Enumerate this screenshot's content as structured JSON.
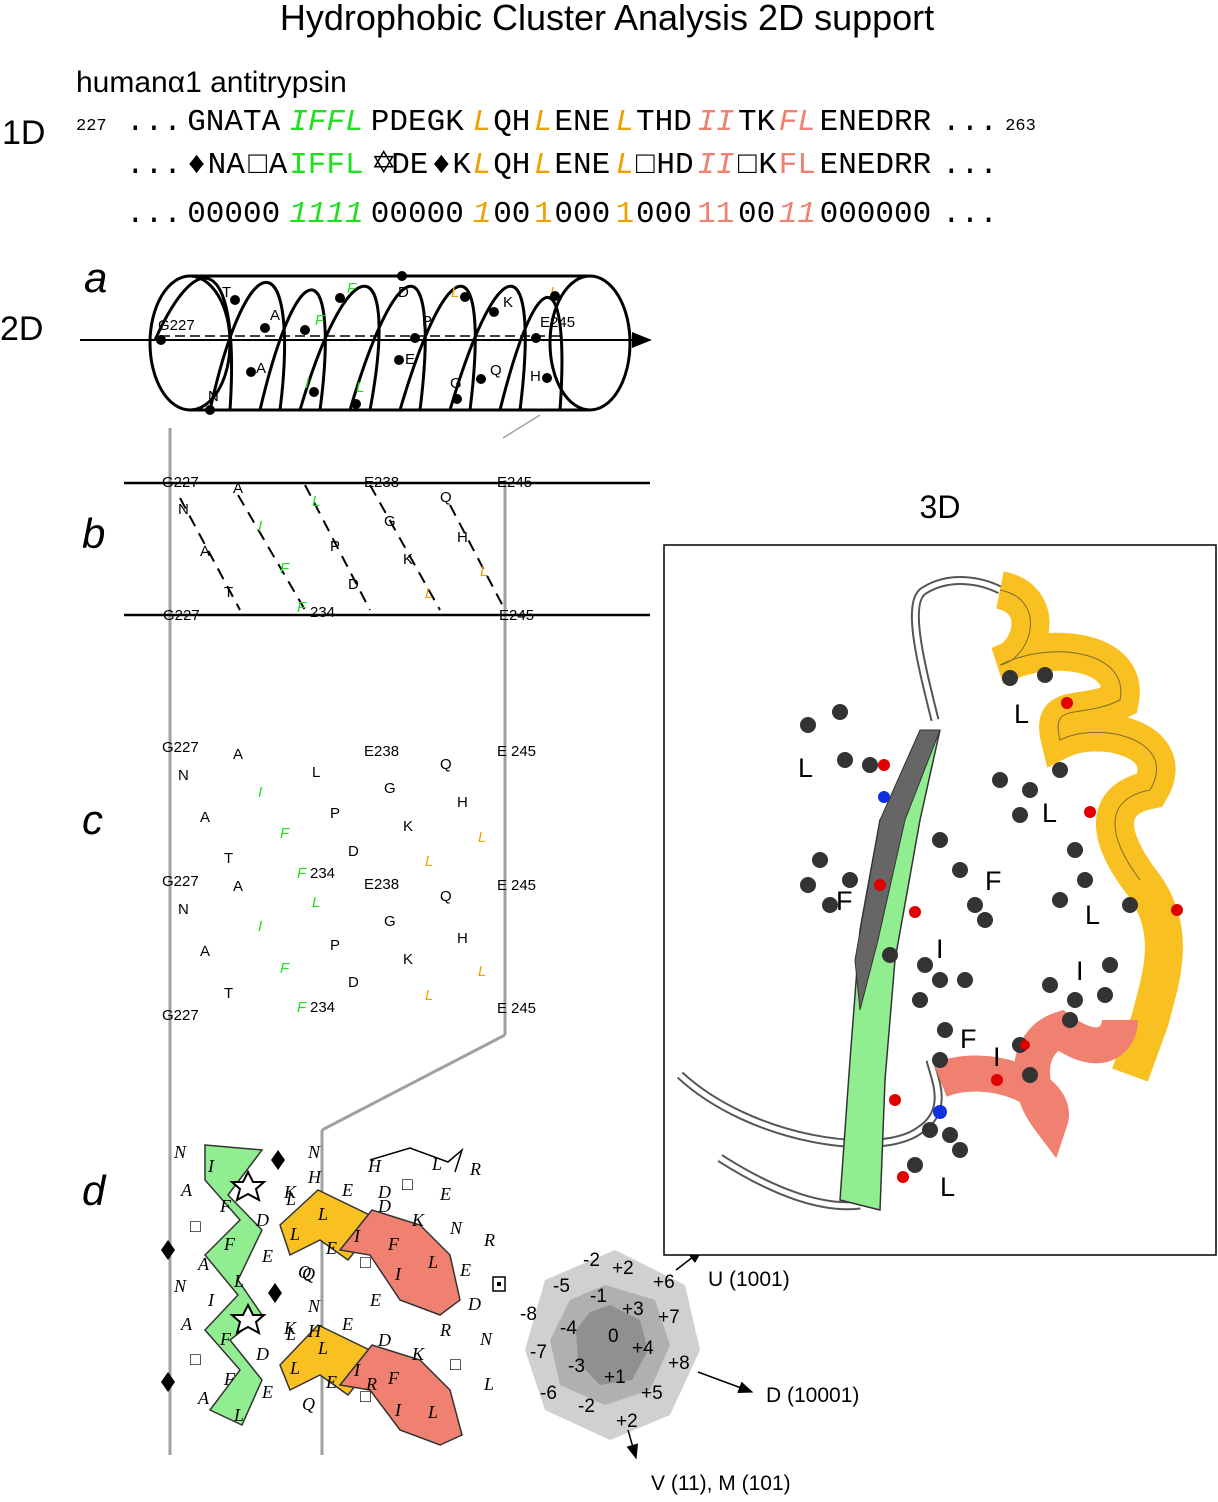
{
  "title": "Hydrophobic Cluster Analysis 2D support",
  "protein": "human",
  "protein_symbol": "α1 antitrypsin",
  "labels": {
    "one_d": "1D",
    "two_d": "2D",
    "three_d": "3D",
    "a": "a",
    "b": "b",
    "c": "c",
    "d": "d"
  },
  "seq": {
    "start": "227",
    "end": "263",
    "ellipsis": "...",
    "line1": [
      {
        "t": "GNATA",
        "c": "k"
      },
      {
        "t": "IFFL",
        "c": "g",
        "i": 1
      },
      {
        "t": "PDEGK",
        "c": "k"
      },
      {
        "t": "L",
        "c": "o",
        "i": 1
      },
      {
        "t": "QH",
        "c": "k"
      },
      {
        "t": "L",
        "c": "o",
        "i": 1
      },
      {
        "t": "ENE",
        "c": "k"
      },
      {
        "t": "L",
        "c": "o",
        "i": 1
      },
      {
        "t": "THD",
        "c": "k"
      },
      {
        "t": "II",
        "c": "r",
        "i": 1
      },
      {
        "t": "TK",
        "c": "k"
      },
      {
        "t": "FL",
        "c": "r",
        "i": 1
      },
      {
        "t": "ENEDRR",
        "c": "k"
      }
    ],
    "line2": [
      {
        "t": "♦",
        "c": "k"
      },
      {
        "t": "NA",
        "c": "k"
      },
      {
        "t": "□",
        "c": "k"
      },
      {
        "t": "A",
        "c": "k"
      },
      {
        "t": "IFFL",
        "c": "g"
      },
      {
        "t": "✡",
        "c": "k"
      },
      {
        "t": "DE",
        "c": "k"
      },
      {
        "t": "♦",
        "c": "k"
      },
      {
        "t": "K",
        "c": "k"
      },
      {
        "t": "L",
        "c": "o",
        "i": 1
      },
      {
        "t": "QH",
        "c": "k"
      },
      {
        "t": "L",
        "c": "o",
        "i": 1
      },
      {
        "t": "ENE",
        "c": "k"
      },
      {
        "t": "L",
        "c": "o",
        "i": 1
      },
      {
        "t": "□",
        "c": "k"
      },
      {
        "t": "HD",
        "c": "k"
      },
      {
        "t": "II",
        "c": "r",
        "i": 1
      },
      {
        "t": "□",
        "c": "k"
      },
      {
        "t": "K",
        "c": "k"
      },
      {
        "t": "FL",
        "c": "r"
      },
      {
        "t": "ENEDRR",
        "c": "k"
      }
    ],
    "line3": [
      {
        "t": "00000",
        "c": "k"
      },
      {
        "t": "1111",
        "c": "g",
        "i": 1
      },
      {
        "t": "00000",
        "c": "k"
      },
      {
        "t": "1",
        "c": "o",
        "i": 1
      },
      {
        "t": "00",
        "c": "k"
      },
      {
        "t": "1",
        "c": "o"
      },
      {
        "t": "000",
        "c": "k"
      },
      {
        "t": "1",
        "c": "o"
      },
      {
        "t": "000",
        "c": "k"
      },
      {
        "t": "11",
        "c": "r"
      },
      {
        "t": "00",
        "c": "k"
      },
      {
        "t": "11",
        "c": "r",
        "i": 1
      },
      {
        "t": "000000",
        "c": "k"
      }
    ]
  },
  "helix_a": [
    {
      "t": "T",
      "c": "k"
    },
    {
      "t": "F",
      "c": "g"
    },
    {
      "t": "D",
      "c": "k"
    },
    {
      "t": "L",
      "c": "o"
    },
    {
      "t": "K",
      "c": "k"
    },
    {
      "t": "L",
      "c": "o"
    },
    {
      "t": "A",
      "c": "k"
    },
    {
      "t": "F",
      "c": "g"
    },
    {
      "t": "P",
      "c": "k"
    },
    {
      "t": "G227",
      "c": "k"
    },
    {
      "t": "E245",
      "c": "k"
    },
    {
      "t": "E",
      "c": "k"
    },
    {
      "t": "A",
      "c": "k"
    },
    {
      "t": "I",
      "c": "g"
    },
    {
      "t": "L",
      "c": "g"
    },
    {
      "t": "G",
      "c": "k"
    },
    {
      "t": "Q",
      "c": "k"
    },
    {
      "t": "H",
      "c": "k"
    },
    {
      "t": "N",
      "c": "k"
    }
  ],
  "net_b": [
    {
      "t": "G227"
    },
    {
      "t": "A"
    },
    {
      "t": "E238"
    },
    {
      "t": "E245"
    },
    {
      "t": "N"
    },
    {
      "t": "L",
      "c": "g"
    },
    {
      "t": "Q"
    },
    {
      "t": "I",
      "c": "g"
    },
    {
      "t": "G"
    },
    {
      "t": "A"
    },
    {
      "t": "P"
    },
    {
      "t": "H"
    },
    {
      "t": "F",
      "c": "g"
    },
    {
      "t": "K"
    },
    {
      "t": "L",
      "c": "o"
    },
    {
      "t": "D"
    },
    {
      "t": "T"
    },
    {
      "t": "L",
      "c": "o"
    },
    {
      "t": "G227"
    },
    {
      "t": "F",
      "c": "g"
    },
    {
      "t": "234"
    },
    {
      "t": "E245"
    }
  ],
  "net_c": [
    {
      "t": "G227"
    },
    {
      "t": "A"
    },
    {
      "t": "E238"
    },
    {
      "t": "E"
    },
    {
      "t": "245"
    },
    {
      "t": "N"
    },
    {
      "t": "L"
    },
    {
      "t": "Q"
    },
    {
      "t": "I",
      "c": "g"
    },
    {
      "t": "G"
    },
    {
      "t": "A"
    },
    {
      "t": "P"
    },
    {
      "t": "H"
    },
    {
      "t": "F",
      "c": "g"
    },
    {
      "t": "K"
    },
    {
      "t": "L",
      "c": "o"
    },
    {
      "t": "D"
    },
    {
      "t": "T"
    },
    {
      "t": "L",
      "c": "o"
    },
    {
      "t": "G227"
    },
    {
      "t": "A"
    },
    {
      "t": "F",
      "c": "g"
    },
    {
      "t": "234"
    },
    {
      "t": "E238"
    },
    {
      "t": "E"
    },
    {
      "t": "245"
    },
    {
      "t": "N"
    },
    {
      "t": "L",
      "c": "g"
    },
    {
      "t": "Q"
    },
    {
      "t": "I",
      "c": "g"
    },
    {
      "t": "G"
    },
    {
      "t": "A"
    },
    {
      "t": "P"
    },
    {
      "t": "H"
    },
    {
      "t": "F",
      "c": "g"
    },
    {
      "t": "K"
    },
    {
      "t": "L",
      "c": "o"
    },
    {
      "t": "D"
    },
    {
      "t": "T"
    },
    {
      "t": "L",
      "c": "o"
    },
    {
      "t": "G227"
    },
    {
      "t": "F",
      "c": "g"
    },
    {
      "t": "234"
    },
    {
      "t": "E"
    },
    {
      "t": "245"
    }
  ],
  "hca_d": [
    "N",
    "I",
    "A",
    "F",
    "□",
    "D",
    "F",
    "E",
    "A",
    "L",
    "N",
    "I",
    "Q",
    "A",
    "F",
    "□",
    "D",
    "F",
    "E",
    "A",
    "L",
    "N",
    "H",
    "E",
    "D",
    "K",
    "L",
    "L",
    "L",
    "E",
    "I",
    "F",
    "□",
    "I",
    "L",
    "N",
    "H",
    "E",
    "D",
    "K",
    "L",
    "L",
    "L",
    "E",
    "I",
    "F",
    "□",
    "I",
    "L",
    "H",
    "L",
    "D",
    "□",
    "E",
    "R",
    "N",
    "E",
    "R",
    "D",
    "E",
    "R",
    "N",
    "□",
    "R",
    "L",
    "Q",
    "Q",
    "K",
    "K"
  ],
  "hex_d": {
    "values": [
      "-2",
      "+2",
      "-5",
      "+6",
      "-1",
      "-8",
      "+3",
      "+7",
      "-4",
      "0",
      "-7",
      "+4",
      "+8",
      "-3",
      "+1",
      "-6",
      "+5",
      "-2",
      "+2"
    ],
    "arrows": [
      "U (1001)",
      "D (10001)",
      "V (11), M (101)"
    ]
  },
  "structure_3d_labels": [
    "L",
    "L",
    "L",
    "F",
    "F",
    "L",
    "I",
    "I",
    "F",
    "I",
    "L"
  ],
  "colors": {
    "green": "#1ee01e",
    "orange": "#f0a000",
    "red": "#f08070",
    "helix_gold": "#f8c020",
    "strand_green": "#90ee90",
    "helix_salmon": "#f08070"
  }
}
